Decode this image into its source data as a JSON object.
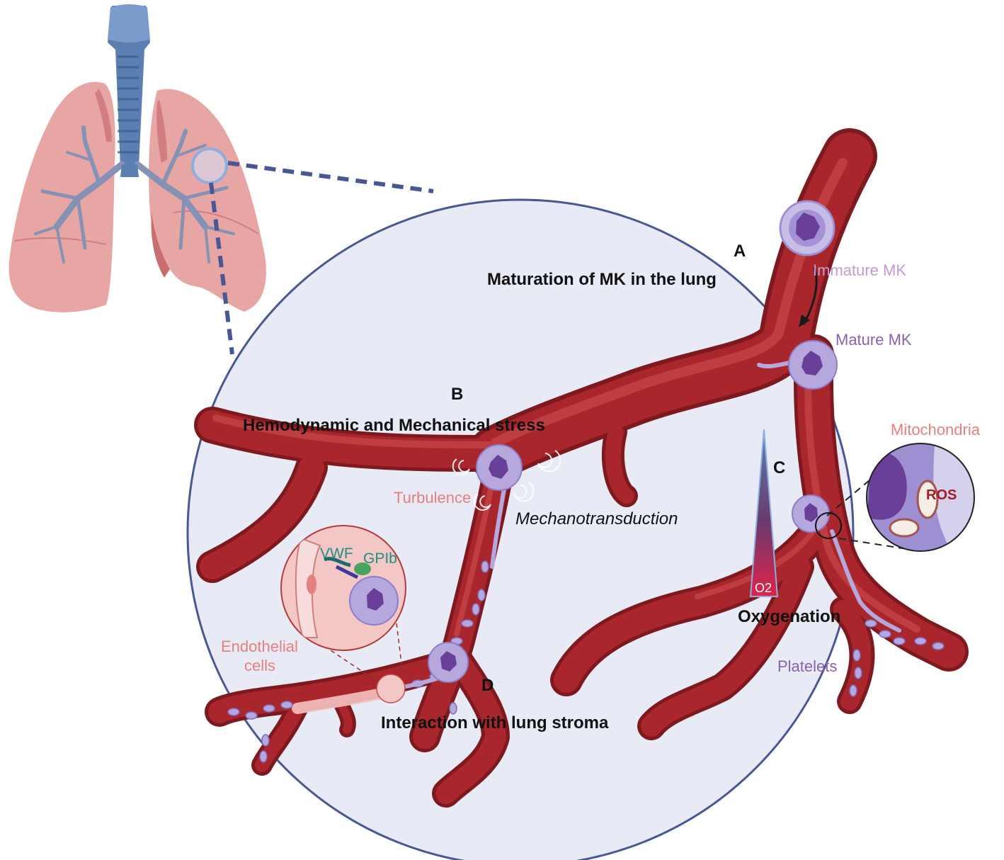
{
  "sections": {
    "a_letter": "A",
    "a_title": "Maturation of MK in the lung",
    "b_letter": "B",
    "b_title": "Hemodynamic and Mechanical stress",
    "c_letter": "C",
    "c_title": "Oxygenation",
    "d_letter": "D",
    "d_title": "Interaction with lung stroma"
  },
  "labels": {
    "immature_mk": "Immature MK",
    "mature_mk": "Mature MK",
    "mitochondria": "Mitochondria",
    "ros": "ROS",
    "turbulence": "Turbulence",
    "mechanotransduction": "Mechanotransduction",
    "o2": "O2",
    "vwf": "VWF",
    "gpib": "GPIb",
    "endothelial_line1": "Endothelial",
    "endothelial_line2": "cells",
    "platelets": "Platelets"
  },
  "colors": {
    "vessel": "#a8262c",
    "vessel_dark": "#7e1a1f",
    "vessel_light": "#c9484b",
    "zoom_circle_fill": "#e8ebf5",
    "zoom_circle_stroke": "#4a5796",
    "lung": "#e7a6a4",
    "lung_dark": "#d27e7e",
    "trachea": "#5b7fb0",
    "cell": "#b6a7dc",
    "nucleus": "#6a3f99"
  }
}
